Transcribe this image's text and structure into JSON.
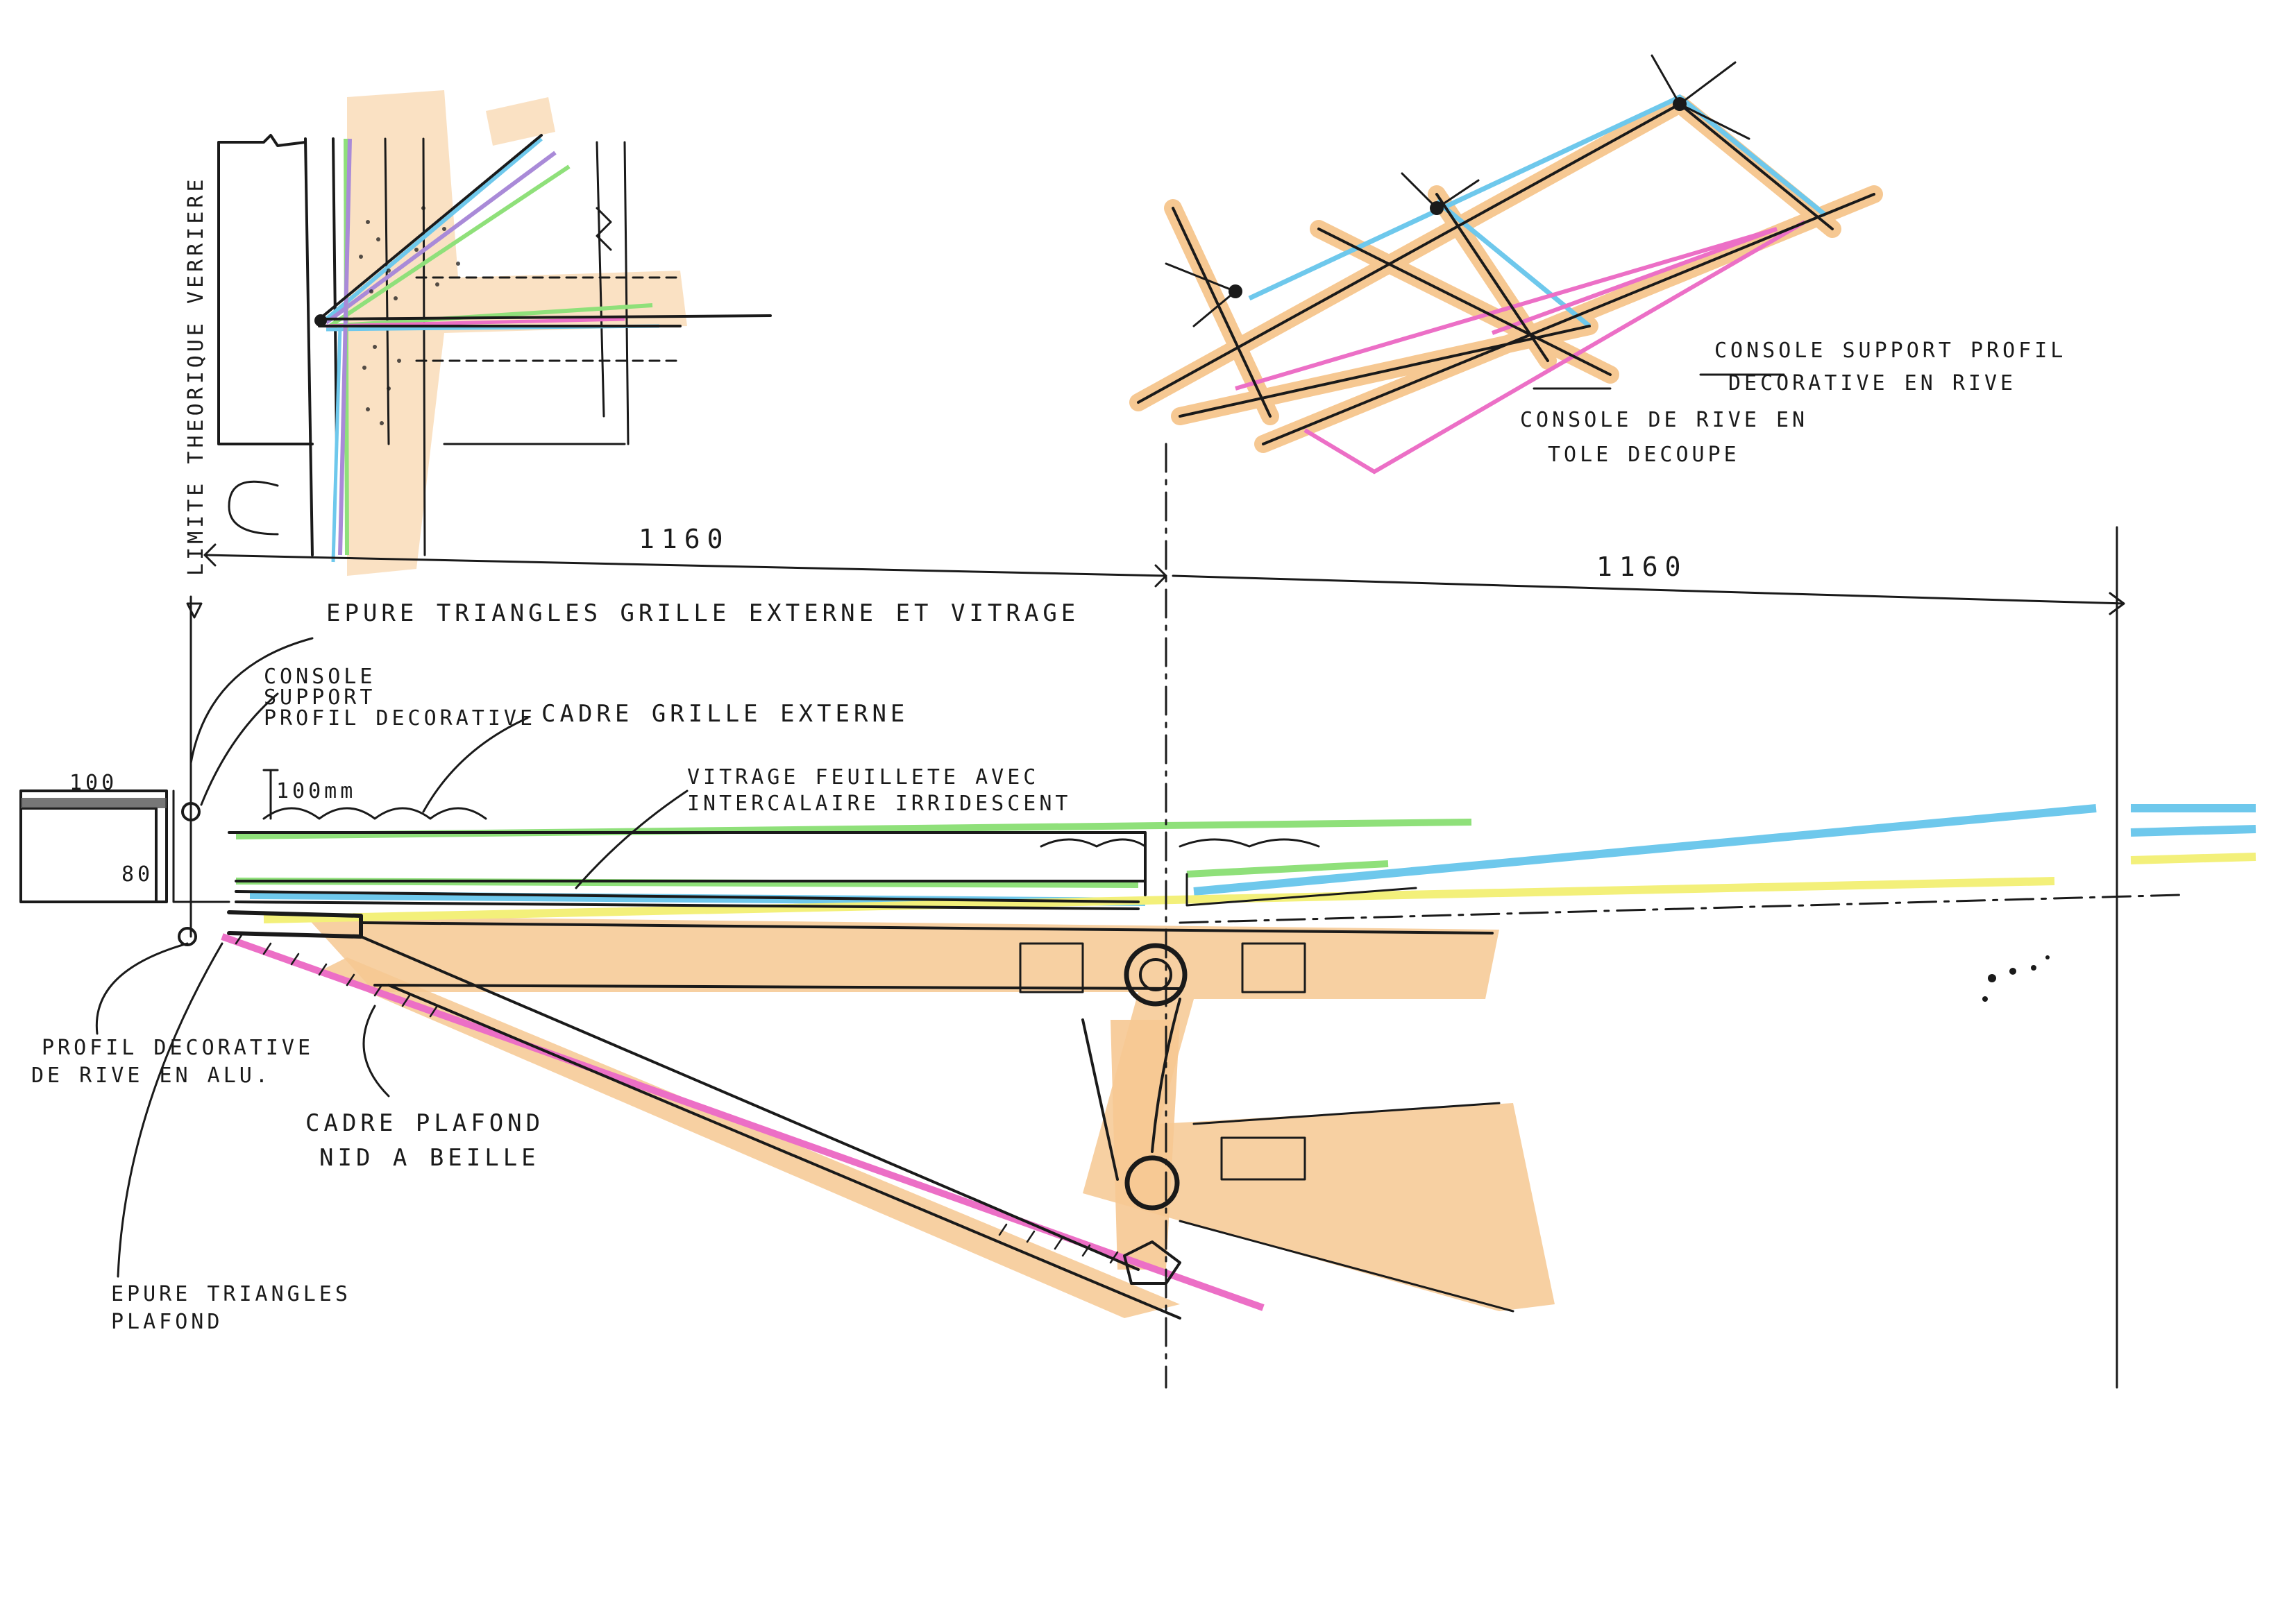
{
  "colors": {
    "ink": "#1a1a1a",
    "orange_wood": "#f6c892",
    "green_grille": "#8fe07a",
    "blue_glazing": "#6ec8ec",
    "yellow_interlayer": "#f3f07a",
    "pink_ceiling": "#ec6fc6",
    "purple": "#a98ad8"
  },
  "labels": {
    "limite_verriere": "LIMITE THEORIQUE VERRIERE",
    "dim_left": "1160",
    "dim_right": "1160",
    "console_support_profil": "CONSOLE SUPPORT PROFIL",
    "decorative_en_rive": "DECORATIVE EN RIVE",
    "console_rive": "CONSOLE DE RIVE EN",
    "tole_decoupe": "TOLE DECOUPE",
    "epure_triangles_grille": "EPURE TRIANGLES GRILLE EXTERNE ET VITRAGE",
    "console_l1": "CONSOLE",
    "console_l2": "SUPPORT",
    "console_l3": "PROFIL DECORATIVE",
    "cadre_grille": "CADRE GRILLE EXTERNE",
    "vitrage_l1": "VITRAGE FEUILLETE AVEC",
    "vitrage_l2": "INTERCALAIRE IRRIDESCENT",
    "dim_100": "100",
    "dim_100mm": "100mm",
    "dim_80": "80",
    "profil_l1": "PROFIL DECORATIVE",
    "profil_l2": "DE RIVE EN ALU.",
    "cadre_plafond_l1": "CADRE PLAFOND",
    "cadre_plafond_l2": "NID A BEILLE",
    "epure_plafond_l1": "EPURE TRIANGLES",
    "epure_plafond_l2": "PLAFOND"
  }
}
